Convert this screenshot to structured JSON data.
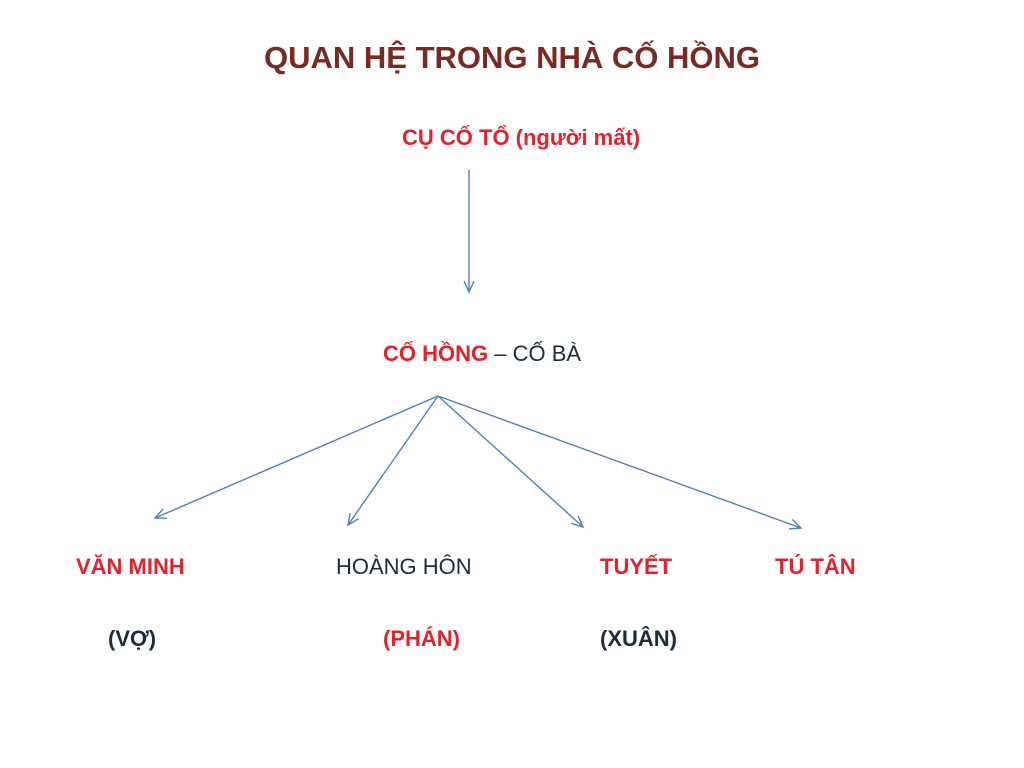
{
  "title": "QUAN HỆ TRONG NHÀ CỐ HỒNG",
  "root": {
    "label": "CỤ CỐ TỔ (người mất)"
  },
  "middle": {
    "name_red": "CỐ HỒNG",
    "separator": " – ",
    "name_dark": "CỐ BÀ"
  },
  "children": [
    {
      "name": "VĂN MINH",
      "note": "(VỢ)"
    },
    {
      "name": "HOÀNG HÔN",
      "note": "(PHÁN)"
    },
    {
      "name": "TUYẾT",
      "note": "(XUÂN)"
    },
    {
      "name": "TÚ TÂN",
      "note": ""
    }
  ],
  "colors": {
    "title": "#7a2a23",
    "accent_red": "#e8202a",
    "dark_text": "#1f2b3e",
    "arrow": "#4f81bd"
  }
}
